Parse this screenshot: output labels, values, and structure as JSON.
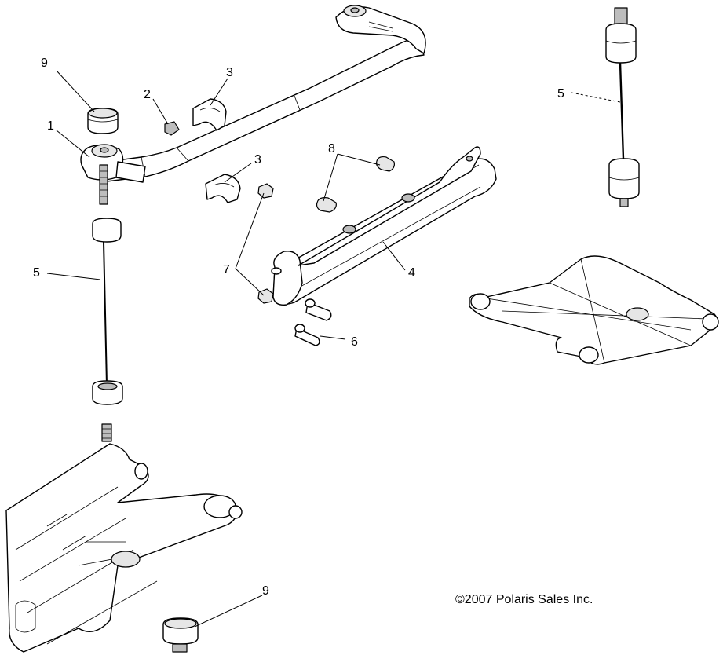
{
  "copyright": "©2007 Polaris Sales Inc.",
  "callouts": {
    "c1": "1",
    "c2": "2",
    "c3a": "3",
    "c3b": "3",
    "c4": "4",
    "c5a": "5",
    "c5b": "5",
    "c6": "6",
    "c7": "7",
    "c8": "8",
    "c9a": "9",
    "c9b": "9"
  }
}
